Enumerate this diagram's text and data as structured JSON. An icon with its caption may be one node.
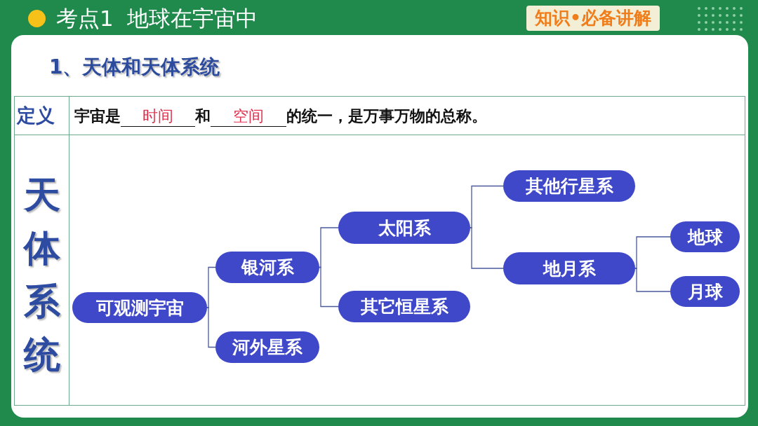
{
  "diagram": {
    "title": "考点1  地球在宇宙中",
    "nodes": [
      {
        "text": [
          "可观测宇宙"
        ]
      },
      {
        "text": [
          "银河系"
        ]
      },
      {
        "text": [
          "河外星系"
        ]
      },
      {
        "text": [
          "太阳系"
        ]
      },
      {
        "text": [
          "其它恒星系"
        ]
      },
      {
        "text": [
          "其他行星系"
        ]
      },
      {
        "text": [
          "地月系"
        ]
      },
      {
        "text": [
          "地球"
        ]
      },
      {
        "text": [
          "月球"
        ]
      }
    ],
    "edges": [
      {
        "from": 0,
        "to": 1,
        "arrow": "none"
      },
      {
        "from": 0,
        "to": 2,
        "arrow": "none"
      },
      {
        "from": 1,
        "to": 3,
        "arrow": "none"
      },
      {
        "from": 1,
        "to": 4,
        "arrow": "none"
      },
      {
        "from": 3,
        "to": 5,
        "arrow": "none"
      },
      {
        "from": 3,
        "to": 6,
        "arrow": "none"
      },
      {
        "from": 6,
        "to": 7,
        "arrow": "none"
      },
      {
        "from": 6,
        "to": 8,
        "arrow": "none"
      }
    ],
    "labels": [
      "知识•必备讲解",
      "1、天体和天体系统",
      "定义",
      "宇宙是",
      "时间",
      "和",
      "空间",
      "的统一，是万事万物的总称。",
      "天体系统"
    ]
  }
}
